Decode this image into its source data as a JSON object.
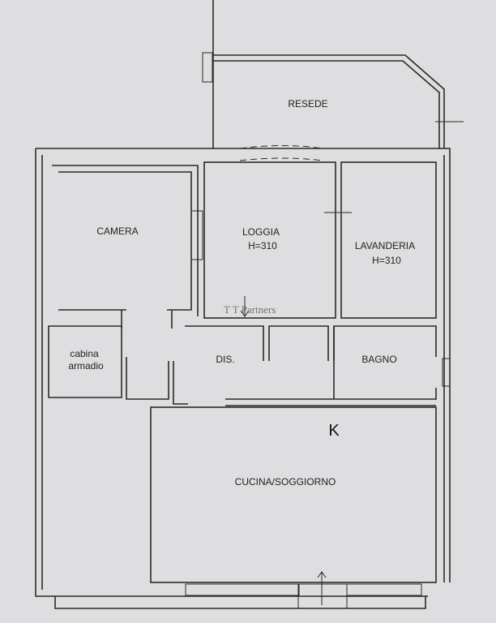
{
  "rooms": {
    "resede": "RESEDE",
    "camera": "CAMERA",
    "loggia": "LOGGIA",
    "loggia_h": "H=310",
    "lavanderia": "LAVANDERIA",
    "lavanderia_h": "H=310",
    "cabina_1": "cabina",
    "cabina_2": "armadio",
    "dis": "DIS.",
    "bagno": "BAGNO",
    "kitchen_mark": "K",
    "cucina": "CUCINA/SOGGIORNO"
  },
  "logo": {
    "text": "T T Partners"
  }
}
